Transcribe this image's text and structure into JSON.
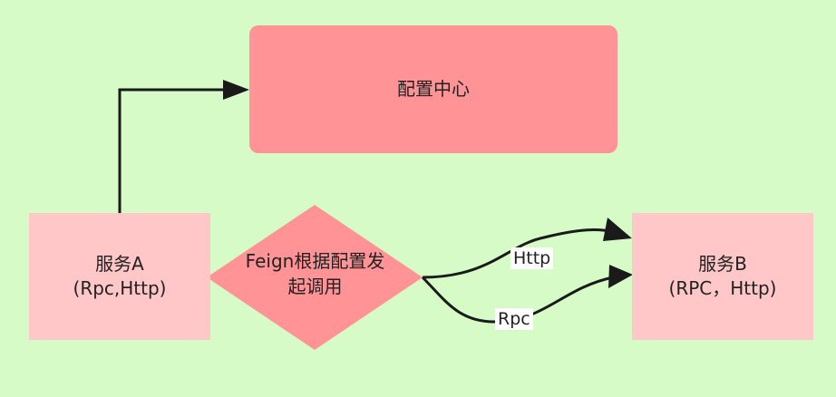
{
  "config_center": {
    "label": "配置中心"
  },
  "service_a": {
    "name": "服务A",
    "protocols": "(Rpc,Http)"
  },
  "service_b": {
    "name": "服务B",
    "protocols": "(RPC，Http)"
  },
  "decision": {
    "line1": "Feign根据配置发",
    "line2": "起调用"
  },
  "edges": {
    "http_label": "Http",
    "rpc_label": "Rpc"
  },
  "colors": {
    "background": "#d6fbc6",
    "config_center": "#ff9396",
    "service_box": "#ffc7c8",
    "decision": "#ff9396",
    "arrow": "#1a1a1a"
  }
}
